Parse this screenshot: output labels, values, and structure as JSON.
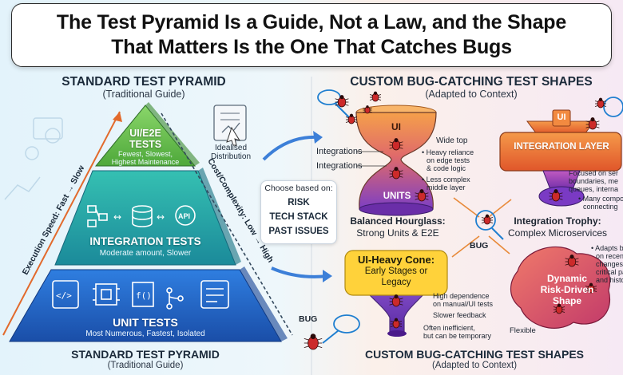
{
  "title": {
    "line1": "The Test Pyramid Is a Guide, Not a Law, and the Shape",
    "line2": "That Matters Is the One That Catches Bugs"
  },
  "left_section": {
    "heading": "STANDARD TEST PYRAMID",
    "subheading": "(Traditional Guide)",
    "footer_heading": "STANDARD TEST PYRAMID",
    "footer_subheading": "(Traditional Guide)",
    "tiers": [
      {
        "name": "UI/E2E\nTESTS",
        "name_line1": "UI/E2E",
        "name_line2": "TESTS",
        "desc_line1": "Fewest, Slowest,",
        "desc_line2": "Highest Maintenance",
        "color": "#6cc24a"
      },
      {
        "name": "INTEGRATION TESTS",
        "desc": "Moderate amount, Slower",
        "color": "#24a8a0"
      },
      {
        "name": "UNIT TESTS",
        "desc": "Most Numerous, Fastest, Isolated",
        "color": "#1f64c8"
      }
    ],
    "left_axis_label": "Execution Speed: Fast → Slow",
    "right_axis_label": "Cost/Complexity: Low → High",
    "idealised_line1": "Idealised",
    "idealised_line2": "Distribution"
  },
  "chooser": {
    "heading": "Choose based on:",
    "items": [
      "RISK",
      "TECH STACK",
      "PAST ISSUES"
    ]
  },
  "right_section": {
    "heading": "CUSTOM BUG-CATCHING TEST SHAPES",
    "subheading": "(Adapted to Context)",
    "footer_heading": "CUSTOM BUG-CATCHING TEST SHAPES",
    "footer_subheading": "(Adapted to Context)",
    "hourglass": {
      "top_label": "UI",
      "bottom_label": "UNITS",
      "side_label_1": "Integrations",
      "side_label_2": "Integrations",
      "note_wide_top": "Wide top",
      "note_edge_1": "• Heavy reliance",
      "note_edge_2": "on edge tests",
      "note_edge_3": "& code logic",
      "note_middle_1": "• Less complex",
      "note_middle_2": "middle layer",
      "caption_line1": "Balanced Hourglass:",
      "caption_line2": "Strong Units & E2E"
    },
    "trophy": {
      "top_label": "UI",
      "middle_label": "INTEGRATION LAYER",
      "note_1": "Focused on ser",
      "note_2": "boundaries, me",
      "note_3": "queues, interna",
      "note_4": "• Many compon",
      "note_5": "connecting",
      "caption_line1": "Integration Trophy:",
      "caption_line2": "Complex Microservices"
    },
    "cone": {
      "label_line1": "UI-Heavy Cone:",
      "label_line2": "Early Stages or",
      "label_line3": "Legacy",
      "note_1": "High dependence",
      "note_2": "on manual/UI tests",
      "note_3": "Slower feedback",
      "note_4": "Often inefficient,",
      "note_5": "but can be temporary"
    },
    "blob": {
      "label_line1": "Dynamic",
      "label_line2": "Risk-Driven",
      "label_line3": "Shape",
      "note_1": "• Adapts ba",
      "note_2": "on recent",
      "note_3": "changes,",
      "note_4": "critical pa",
      "note_5": "and histo",
      "flex_label": "Flexible"
    },
    "bug_center_label": "BUG",
    "bug_bottom_label": "BUG"
  },
  "colors": {
    "pyramid_top": "#6cc24a",
    "pyramid_middle": "#24a8a0",
    "pyramid_bottom": "#1f64c8",
    "hourglass_top": "#f08a32",
    "hourglass_bottom": "#7d3fc4",
    "trophy_body": "#f07c35",
    "cone": "#7a42c8",
    "blob": "#d94a6c",
    "bug": "#cc2a2a",
    "net": "#1f7fd0"
  }
}
